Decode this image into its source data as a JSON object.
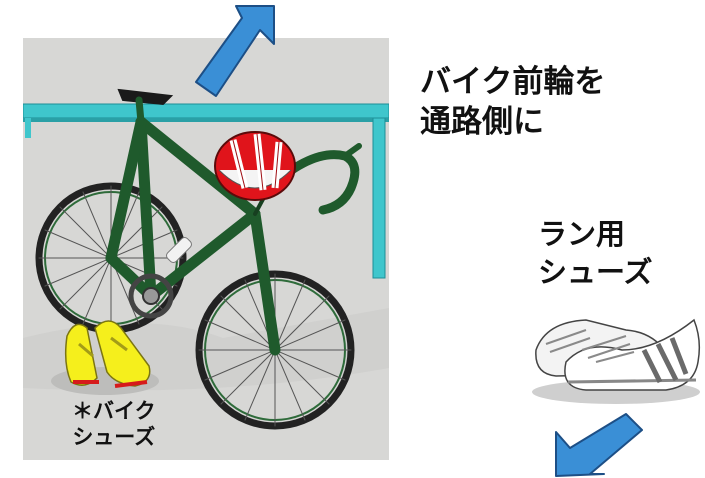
{
  "labels": {
    "bike_instruction": [
      "バイク前輪を",
      "通路側に"
    ],
    "run_shoes": [
      "ラン用",
      "シューズ"
    ],
    "bike_shoes": [
      "＊バイク",
      "シューズ"
    ]
  },
  "icons": {
    "arrow_top": "arrow-up-right-icon",
    "arrow_bottom": "arrow-down-left-icon",
    "bicycle": "bicycle-icon",
    "helmet": "helmet-icon",
    "bike_shoes": "cycling-shoes-icon",
    "run_shoes": "running-shoes-icon",
    "bike_rack": "bike-rack-icon"
  },
  "colors": {
    "arrow": "#3a8fd6",
    "bike_frame": "#1f5a2c",
    "helmet": "#e0141b",
    "bike_shoes": "#f5ef1c",
    "rack": "#3fc6cc",
    "floor": "#d8d8d8"
  }
}
